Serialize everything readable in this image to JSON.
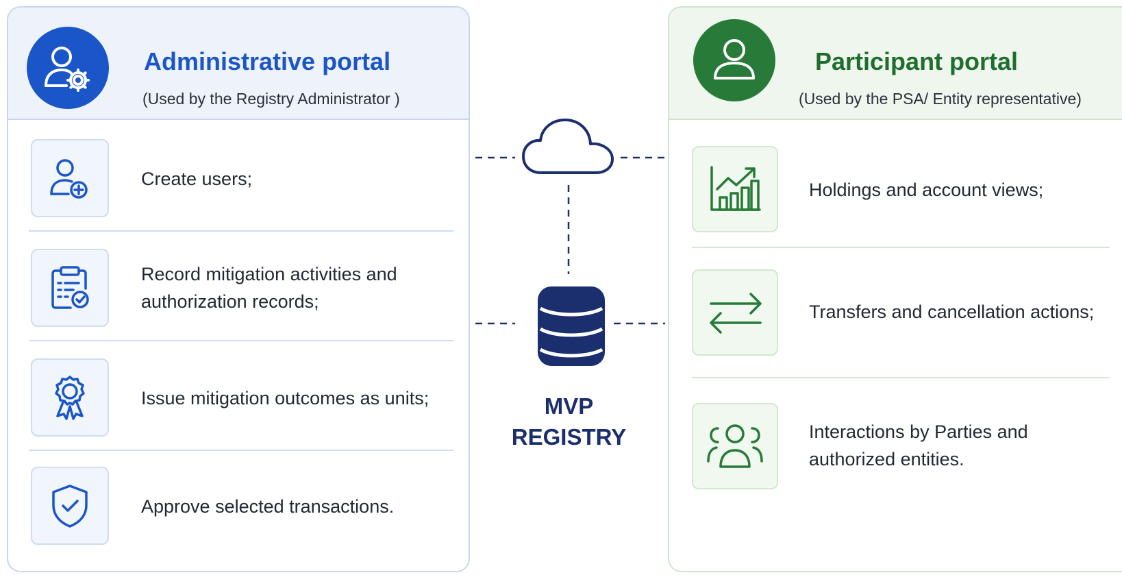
{
  "admin_portal": {
    "title": "Administrative portal",
    "subtitle": "(Used by the Registry Administrator )",
    "icon": "user-gear-icon",
    "accent": "#1a56c8",
    "items": [
      {
        "icon": "user-add-icon",
        "lines": [
          "Create users;"
        ]
      },
      {
        "icon": "clipboard-check-icon",
        "lines": [
          "Record mitigation activities and",
          "authorization records;"
        ]
      },
      {
        "icon": "award-ribbon-icon",
        "lines": [
          "Issue mitigation outcomes as units;"
        ]
      },
      {
        "icon": "shield-check-icon",
        "lines": [
          "Approve selected transactions."
        ]
      }
    ]
  },
  "center": {
    "icon_top": "cloud-icon",
    "icon_bottom": "database-icon",
    "label_line1": "MVP",
    "label_line2": "REGISTRY",
    "color": "#1b2f6e"
  },
  "participant_portal": {
    "title": "Participant portal",
    "subtitle": "(Used by the PSA/ Entity representative)",
    "icon": "user-icon",
    "accent": "#277a37",
    "items": [
      {
        "icon": "growth-chart-icon",
        "lines": [
          "Holdings and account views;"
        ]
      },
      {
        "icon": "transfer-arrows-icon",
        "lines": [
          "Transfers and cancellation actions;"
        ]
      },
      {
        "icon": "group-users-icon",
        "lines": [
          "Interactions by Parties and",
          "authorized entities."
        ]
      }
    ]
  }
}
